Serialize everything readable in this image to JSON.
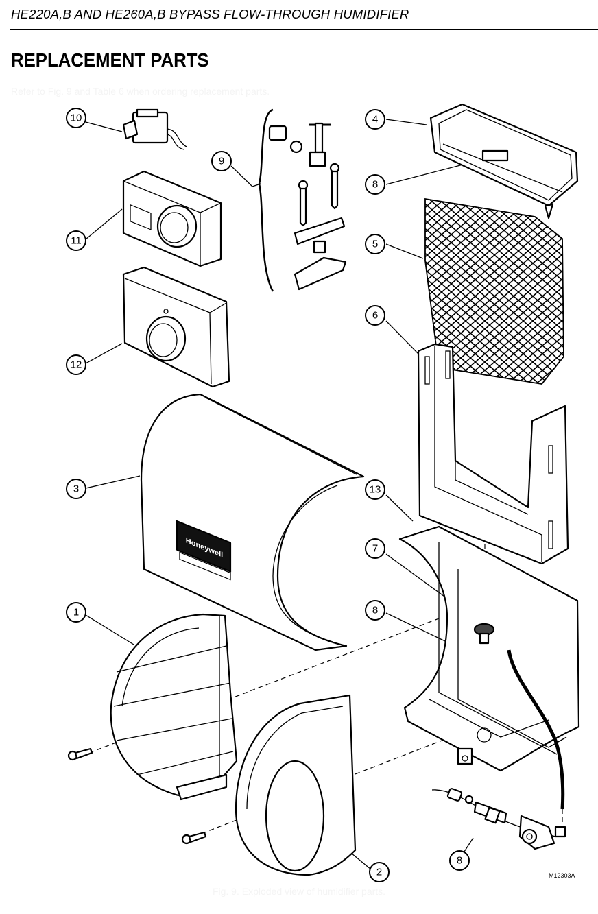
{
  "header": {
    "title": "HE220A,B AND HE260A,B BYPASS FLOW-THROUGH HUMIDIFIER"
  },
  "section": {
    "title": "REPLACEMENT PARTS"
  },
  "intro": {
    "text": "Refer to Fig. 9 and Table 6 when ordering replacement parts."
  },
  "figure": {
    "drawing_code": "M12303A",
    "caption": "Fig. 9. Exploded view of humidifier parts.",
    "brand_label": "Honeywell",
    "callouts": [
      "10",
      "9",
      "4",
      "8",
      "11",
      "5",
      "12",
      "6",
      "3",
      "13",
      "7",
      "8",
      "1",
      "2",
      "8"
    ]
  }
}
